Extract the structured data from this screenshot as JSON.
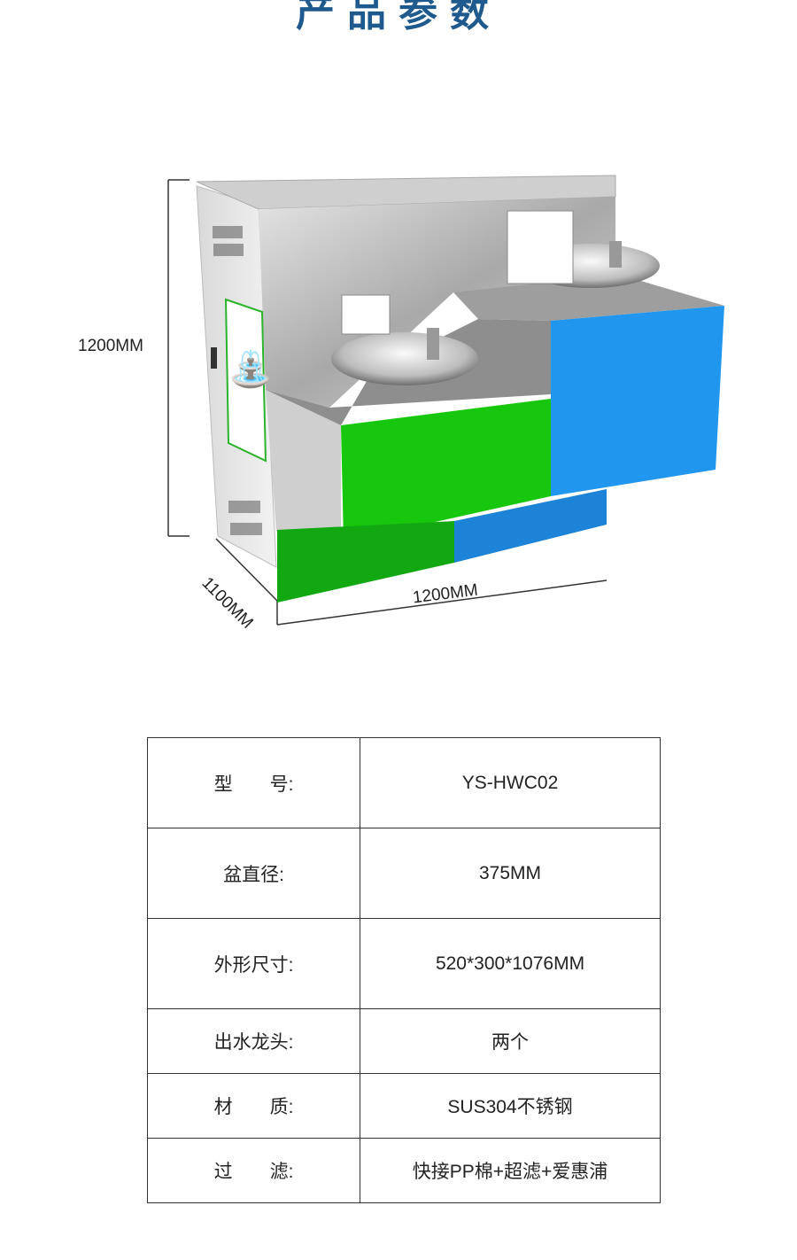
{
  "page_title": "产品参数",
  "dimensions": {
    "height_label": "1200MM",
    "width_label": "1200MM",
    "depth_label": "1100MM"
  },
  "colors": {
    "title": "#1f5a8f",
    "green": "#17c70e",
    "blue": "#2196ef"
  },
  "specs": [
    {
      "label": "型　　号:",
      "value": "YS-HWC02"
    },
    {
      "label": "盆直径:",
      "value": "375MM"
    },
    {
      "label": "外形尺寸:",
      "value": "520*300*1076MM"
    },
    {
      "label": "出水龙头:",
      "value": "两个"
    },
    {
      "label": "材　　质:",
      "value": "SUS304不锈钢"
    },
    {
      "label": "过　　滤:",
      "value": "快接PP棉+超滤+爱惠浦"
    }
  ]
}
